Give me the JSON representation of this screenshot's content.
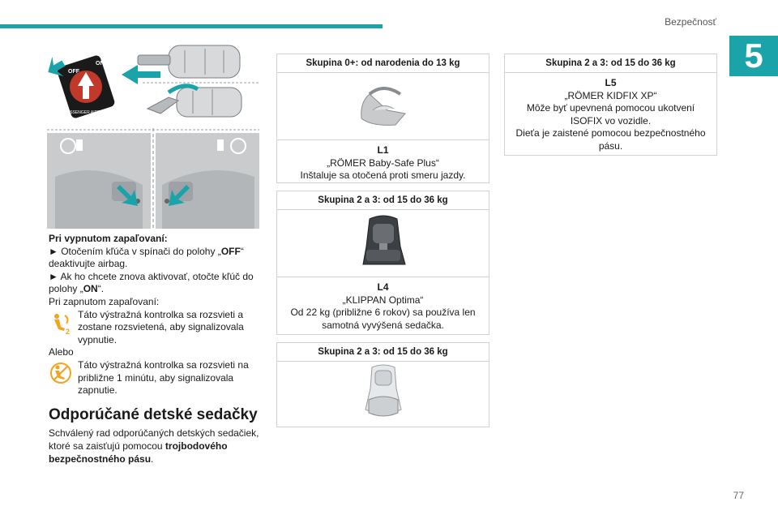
{
  "header": {
    "section": "Bezpečnosť",
    "chapter": "5"
  },
  "footer": {
    "page_number": "77"
  },
  "colors": {
    "accent": "#1aa3a8",
    "warning": "#f2a51a"
  },
  "figures": {
    "key_switch": {
      "icon": "airbag-key-switch-illustration",
      "switch_labels": [
        "OFF",
        "ON",
        "PASSENGER AIRBAG"
      ]
    },
    "dashboard": {
      "icon": "dashboard-warning-lamps-illustration"
    }
  },
  "body": {
    "ignition_off_heading": "Pri vypnutom zapaľovaní:",
    "step1_prefix": "► Otočením kľúča v spínači do polohy „",
    "step1_bold": "OFF",
    "step1_suffix": "“ deaktivujte airbag.",
    "step2_prefix": "► Ak ho chcete znova aktivovať, otočte kľúč do polohy „",
    "step2_bold": "ON",
    "step2_suffix": "“.",
    "ignition_on": "Pri zapnutom zapaľovaní:",
    "warning1_icon": "airbag-off-warning-icon",
    "warning1": "Táto výstražná kontrolka sa rozsvieti a zostane rozsvietená, aby signalizovala vypnutie.",
    "or": "Alebo",
    "warning2_icon": "airbag-on-warning-icon",
    "warning2": "Táto výstražná kontrolka sa rozsvieti na približne 1 minútu, aby signalizovala zapnutie.",
    "section_title": "Odporúčané detské sedačky",
    "intro_prefix": "Schválený rad odporúčaných detských sedačiek, ktoré sa zaisťujú pomocou ",
    "intro_bold": "trojbodového bezpečnostného pásu",
    "intro_suffix": "."
  },
  "cards": [
    {
      "heading": "Skupina 0+: od narodenia do 13 kg",
      "code": "L1",
      "name": "„RÖMER Baby-Safe Plus“",
      "desc": "Inštaluje sa otočená proti smeru jazdy.",
      "icon": "infant-carrier-seat"
    },
    {
      "heading": "Skupina 2 a 3: od 15 do 36 kg",
      "code": "L4",
      "name": "„KLIPPAN Optima“",
      "desc": "Od 22 kg (približne 6 rokov) sa používa len samotná vyvýšená sedačka.",
      "icon": "booster-seat-with-back"
    },
    {
      "heading": "Skupina 2 a 3: od 15 do 36 kg",
      "code": "",
      "name": "",
      "desc": "",
      "icon": "high-back-booster-seat"
    },
    {
      "heading": "Skupina 2 a 3: od 15 do 36 kg",
      "code": "L5",
      "name": "„RÖMER KIDFIX XP“",
      "desc": "Môže byť upevnená pomocou ukotvení ISOFIX vo vozidle.",
      "desc2": "Dieťa je zaistené pomocou bezpečnostného pásu."
    }
  ]
}
